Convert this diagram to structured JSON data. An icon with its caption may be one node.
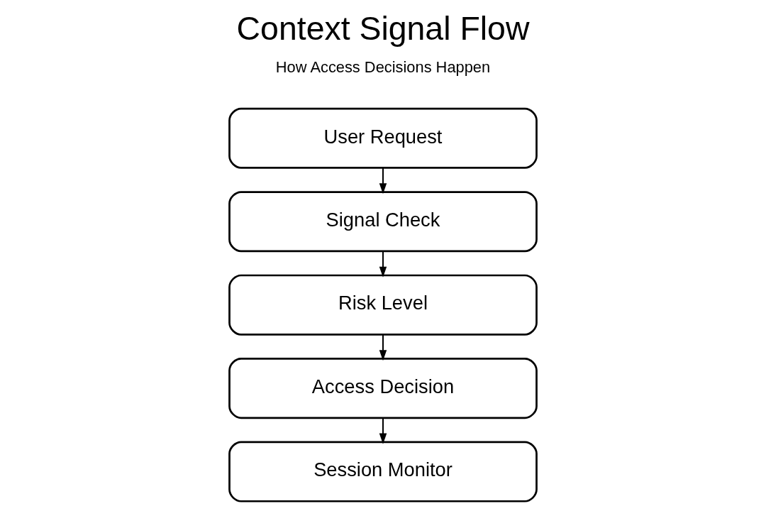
{
  "diagram": {
    "title": "Context Signal Flow",
    "nodes": [
      {
        "text": [
          "User Request"
        ]
      },
      {
        "text": [
          "Signal Check"
        ]
      },
      {
        "text": [
          "Risk Level"
        ]
      },
      {
        "text": [
          "Access Decision"
        ]
      },
      {
        "text": [
          "Session Monitor"
        ]
      }
    ],
    "edges": [
      {
        "from": 0,
        "to": 1,
        "arrow": "to"
      },
      {
        "from": 1,
        "to": 2,
        "arrow": "to"
      },
      {
        "from": 2,
        "to": 3,
        "arrow": "to"
      },
      {
        "from": 3,
        "to": 4,
        "arrow": "to"
      }
    ],
    "labels": [
      "How Access Decisions Happen"
    ]
  }
}
